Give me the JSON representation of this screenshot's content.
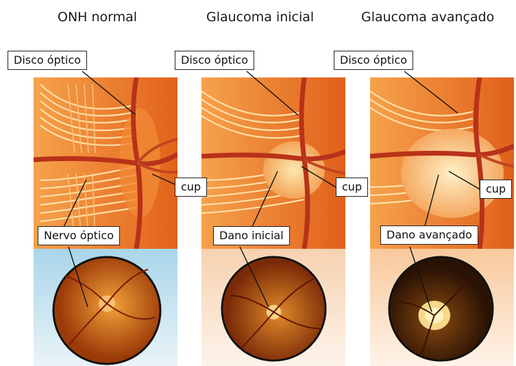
{
  "columns": [
    {
      "heading": "ONH normal",
      "disc_label": "Disco óptico",
      "cup_label": "cup",
      "bottom_label": "Nervo óptico"
    },
    {
      "heading": "Glaucoma inicial",
      "disc_label": "Disco óptico",
      "cup_label": "cup",
      "bottom_label": "Dano inicial"
    },
    {
      "heading": "Glaucoma avançado",
      "disc_label": "Disco óptico",
      "cup_label": "cup",
      "bottom_label": "Dano avançado"
    }
  ],
  "colors": {
    "normal_background": "#bfe0ee",
    "early_background": "#f8dcc4",
    "advanced_background": "#fbd8b8",
    "fiber_orange": "#e8701a",
    "fiber_light": "#f6b765",
    "vessel_red": "#b8321a"
  }
}
